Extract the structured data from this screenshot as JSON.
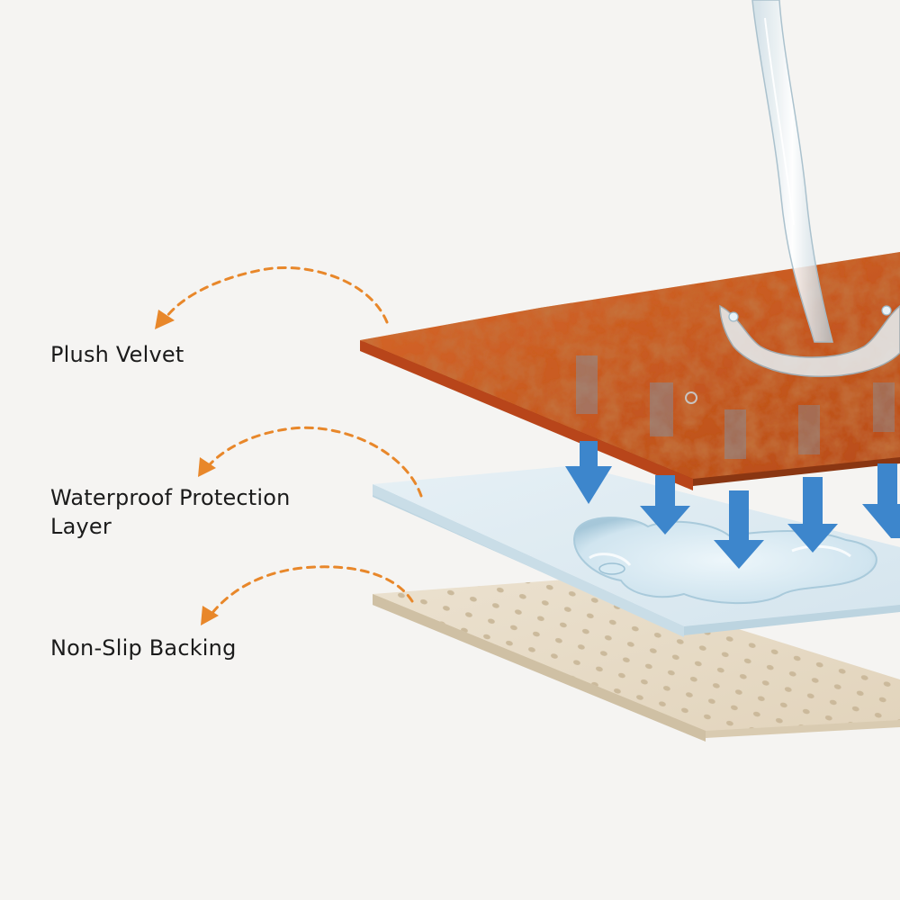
{
  "layers": [
    {
      "key": "velvet",
      "lines": [
        "Plush Velvet"
      ],
      "material": "plush velvet",
      "color": "#c4551e"
    },
    {
      "key": "waterproof",
      "lines": [
        "Waterproof Protection",
        "Layer"
      ],
      "material": "waterproof film",
      "color": "#dbe9f0"
    },
    {
      "key": "backing",
      "lines": [
        "Non-Slip Backing"
      ],
      "material": "dotted non-slip backing",
      "color": "#e8dcc8"
    }
  ],
  "colors": {
    "background": "#f5f4f2",
    "callout_arrow": "#e8872a",
    "flow_arrow": "#3d86cc",
    "label_text": "#1b1b1b"
  },
  "icons": {
    "callout": "dashed-curved-arrow-icon",
    "flow": "down-arrow-icon",
    "water": "water-stream-icon"
  }
}
